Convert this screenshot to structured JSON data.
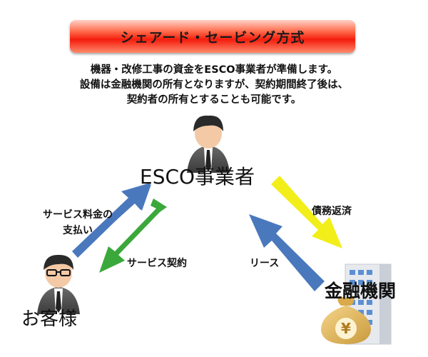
{
  "title": "シェアード・セービング方式",
  "description": [
    "機器・改修工事の資金をESCO事業者が準備します。",
    "設備は金融機関の所有となりますが、契約期間終了後は、",
    "契約者の所有とすることも可能です。"
  ],
  "parties": {
    "esco": "ESCO事業者",
    "customer": "お客様",
    "bank": "金融機関"
  },
  "flows": {
    "service_fee_line1": "サービス料金の",
    "service_fee_line2": "支払い",
    "service_contract": "サービス契約",
    "debt_repayment": "債務返済",
    "lease": "リース"
  },
  "icons": {
    "money_bag_symbol": "¥"
  },
  "colors": {
    "title_gradient": "#f41c0c",
    "arrow_blue": "#4a78bd",
    "arrow_green": "#3aa83a",
    "arrow_yellow": "#f2ee1a"
  }
}
